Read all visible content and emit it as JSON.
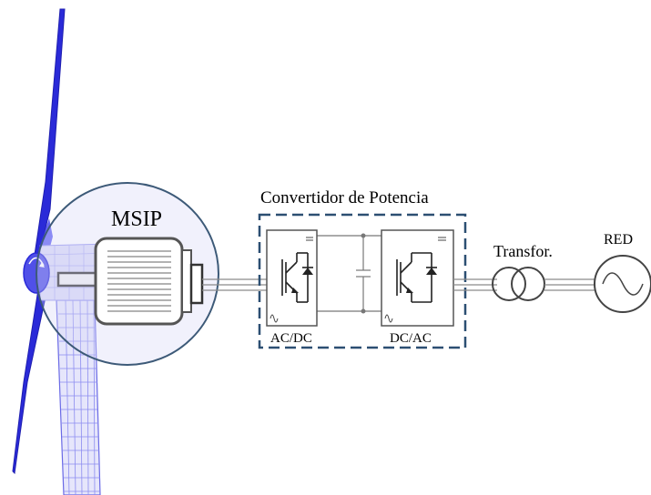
{
  "labels": {
    "generator": "MSIP",
    "converter_title": "Convertidor de Potencia",
    "rectifier": "AC/DC",
    "inverter": "DC/AC",
    "transformer": "Transfor.",
    "grid": "RED"
  },
  "colors": {
    "turbine_blue": "#2a2ad8",
    "mesh_blue": "#8c8cf0",
    "converter_border": "#2c4f72",
    "circle_border": "#3d5a78",
    "motor_gray": "#555555",
    "line_gray": "#7a7a7a"
  }
}
